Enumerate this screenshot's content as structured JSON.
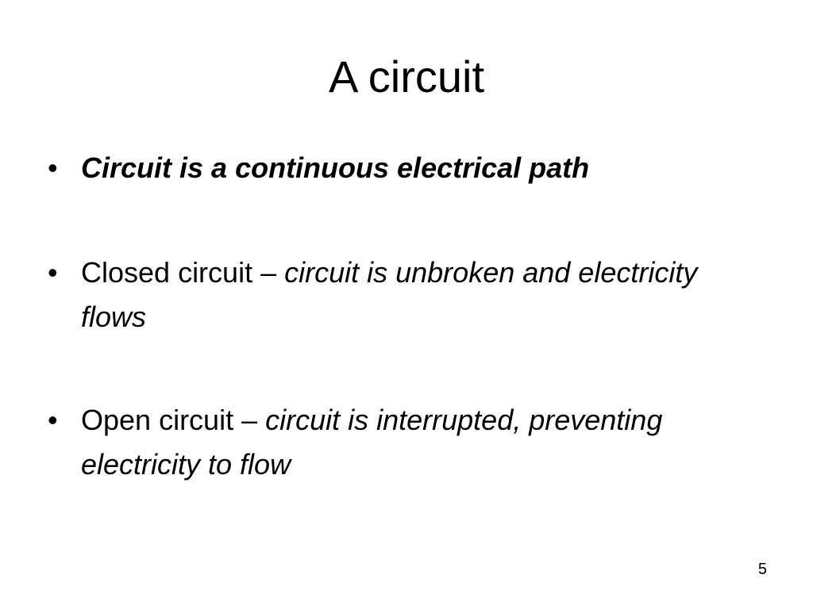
{
  "slide": {
    "title": "A circuit",
    "page_number": "5",
    "bullet_symbol": "•",
    "bullets": [
      {
        "lead": "",
        "emphasis": "Circuit is a continuous electrical path"
      },
      {
        "lead": "Closed circuit – ",
        "emphasis": "circuit is unbroken and electricity flows"
      },
      {
        "lead": "Open circuit – ",
        "emphasis": "circuit is interrupted, preventing electricity to flow"
      }
    ]
  }
}
